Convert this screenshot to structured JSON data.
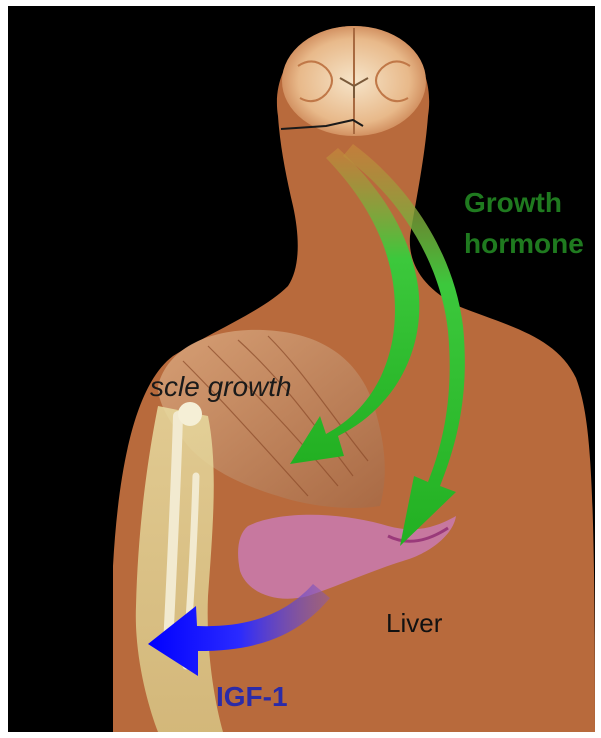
{
  "labels": {
    "growth_hormone_line1": "Growth",
    "growth_hormone_line2": "hormone",
    "muscle_growth": "scle growth",
    "liver": "Liver",
    "igf1": "IGF-1"
  },
  "colors": {
    "background": "#000000",
    "skin": "#b86a3c",
    "growth_hormone_arrow": "#2ebd2e",
    "igf1_arrow": "#1a1aff",
    "growth_hormone_text": "#1f7a1f",
    "igf1_text": "#2b2ba8"
  }
}
